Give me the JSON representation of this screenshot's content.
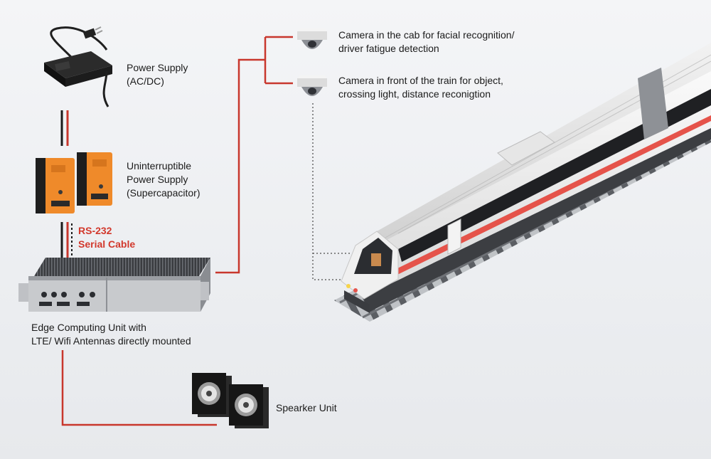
{
  "labels": {
    "power_supply": [
      "Power Supply",
      "(AC/DC)"
    ],
    "ups": [
      "Uninterruptible",
      "Power Supply",
      "(Supercapacitor)"
    ],
    "rs232": [
      "RS-232",
      "Serial Cable"
    ],
    "edge_unit": [
      "Edge Computing Unit with",
      "LTE/ Wifi Antennas directly mounted"
    ],
    "speaker": "Spearker Unit",
    "camera_cab": [
      "Camera in the cab for facial recognition/",
      "driver fatigue detection"
    ],
    "camera_front": [
      "Camera in front of the train for object,",
      "crossing light, distance reconigtion"
    ]
  },
  "colors": {
    "cable_red": "#c8372d",
    "cable_black": "#1a1a1a",
    "ups_orange": "#ef8a2a",
    "train_stripe": "#e5534a"
  }
}
